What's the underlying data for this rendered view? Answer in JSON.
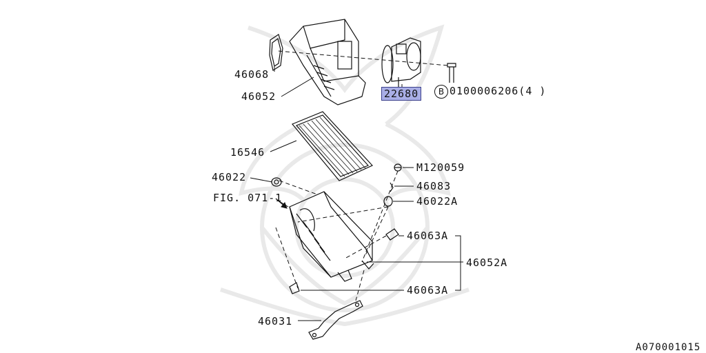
{
  "parts": {
    "p46068": "46068",
    "p46052": "46052",
    "p22680": "22680",
    "bolt_spec": "0100006206(4 )",
    "bolt_mark": "B",
    "p16546": "16546",
    "p46022": "46022",
    "fig_ref": "FIG. 071-1",
    "pM120059": "M120059",
    "p46083": "46083",
    "p46022A": "46022A",
    "p46063A_top": "46063A",
    "p46052A": "46052A",
    "p46063A_bottom": "46063A",
    "p46031": "46031"
  },
  "drawing_code": "A070001015",
  "colors": {
    "highlight": "#a9aee6",
    "line": "#111111",
    "watermark": "#e9e9e9"
  }
}
